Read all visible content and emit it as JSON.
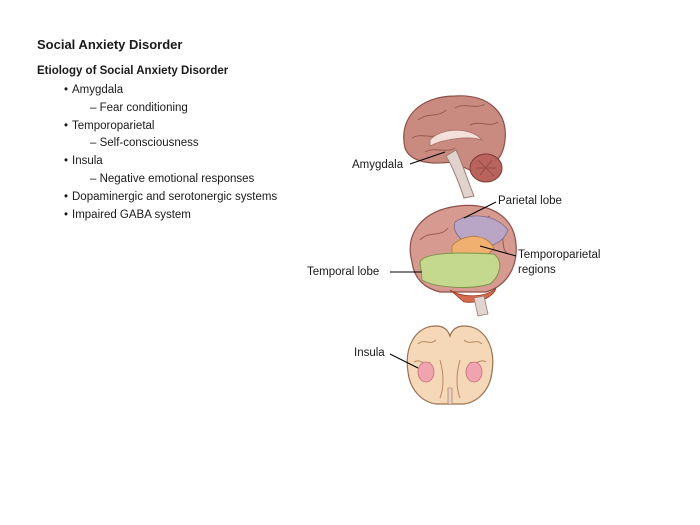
{
  "page": {
    "title": "Social Anxiety Disorder",
    "subtitle": "Etiology of Social Anxiety Disorder",
    "bullets": [
      {
        "text": "Amygdala",
        "sub": "– Fear conditioning"
      },
      {
        "text": "Temporoparietal",
        "sub": "– Self-consciousness"
      },
      {
        "text": "Insula",
        "sub": "– Negative emotional responses"
      },
      {
        "text": "Dopaminergic and serotonergic systems"
      },
      {
        "text": "Impaired GABA system"
      }
    ]
  },
  "figure_labels": {
    "amygdala": "Amygdala",
    "parietal_lobe": "Parietal lobe",
    "temporoparietal_line1": "Temporoparietal",
    "temporoparietal_line2": "regions",
    "temporal_lobe": "Temporal lobe",
    "insula": "Insula"
  }
}
